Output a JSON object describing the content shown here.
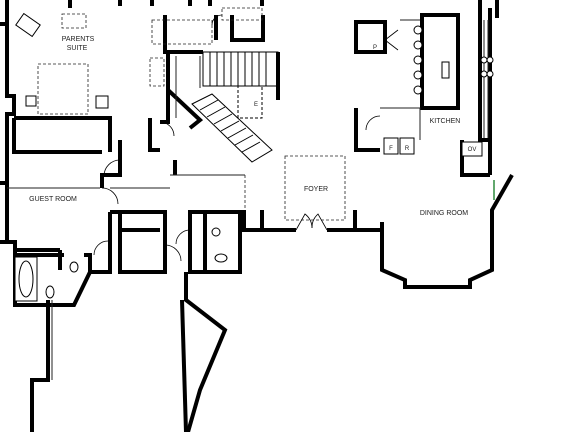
{
  "rooms": {
    "parents_suite_line1": "PARENTS",
    "parents_suite_line2": "SUITE",
    "kitchen": "KITCHEN",
    "foyer": "FOYER",
    "guest_room": "GUEST ROOM",
    "dining_room": "DINING ROOM"
  },
  "fixtures": {
    "pantry": "P",
    "elevator": "E",
    "fridge": "F",
    "range": "R",
    "oven": "OV"
  },
  "colors": {
    "wall": "#000000",
    "line": "#222222",
    "accent": "#2e8b3e",
    "background": "#ffffff"
  }
}
